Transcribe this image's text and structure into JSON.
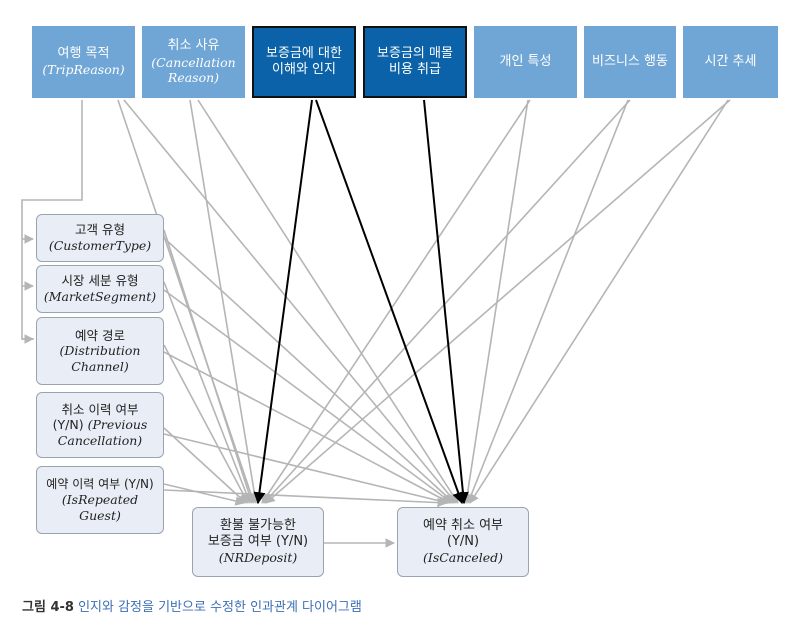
{
  "nodes": {
    "trip_reason": {
      "ko": "여행 목적",
      "en": "(TripReason)"
    },
    "cancel_reason": {
      "ko": "취소 사유",
      "en1": "(Cancellation",
      "en2": "Reason)"
    },
    "deposit_awareness": {
      "line1": "보증금에 대한",
      "line2": "이해와 인지"
    },
    "sunk_cost": {
      "line1": "보증금의 매몰",
      "line2": "비용 취급"
    },
    "personal": {
      "ko": "개인 특성"
    },
    "business": {
      "ko": "비즈니스 행동"
    },
    "time_trend": {
      "ko": "시간 추세"
    },
    "customer_type": {
      "ko": "고객 유형",
      "en": "(CustomerType)"
    },
    "market_segment": {
      "ko": "시장 세분 유형",
      "en": "(MarketSegment)"
    },
    "distribution": {
      "ko": "예약 경로",
      "en1": "(Distribution",
      "en2": "Channel)"
    },
    "prev_cancel": {
      "ko": "취소 이력 여부",
      "mixed": "(Y/N)",
      "en1": "(Previous",
      "en2": "Cancellation)"
    },
    "repeated": {
      "ko": "예약 이력 여부 (Y/N)",
      "en1": "(IsRepeated",
      "en2": "Guest)"
    },
    "nr_deposit": {
      "ko1": "환불 불가능한",
      "ko2": "보증금 여부 (Y/N)",
      "en": "(NRDeposit)"
    },
    "is_canceled": {
      "ko1": "예약 취소 여부",
      "ko2": "(Y/N)",
      "en": "(IsCanceled)"
    }
  },
  "caption": {
    "label": "그림 4-8",
    "text": " 인지와 감정을 기반으로 수정한 인과관계 다이어그램"
  },
  "colors": {
    "top_node": "#6fa6d6",
    "top_node_dark": "#0b62a8",
    "left_node": "#e9eef6",
    "edge": "#b5b5b5",
    "edge_dark": "#000000",
    "caption": "#3d6fb6"
  }
}
